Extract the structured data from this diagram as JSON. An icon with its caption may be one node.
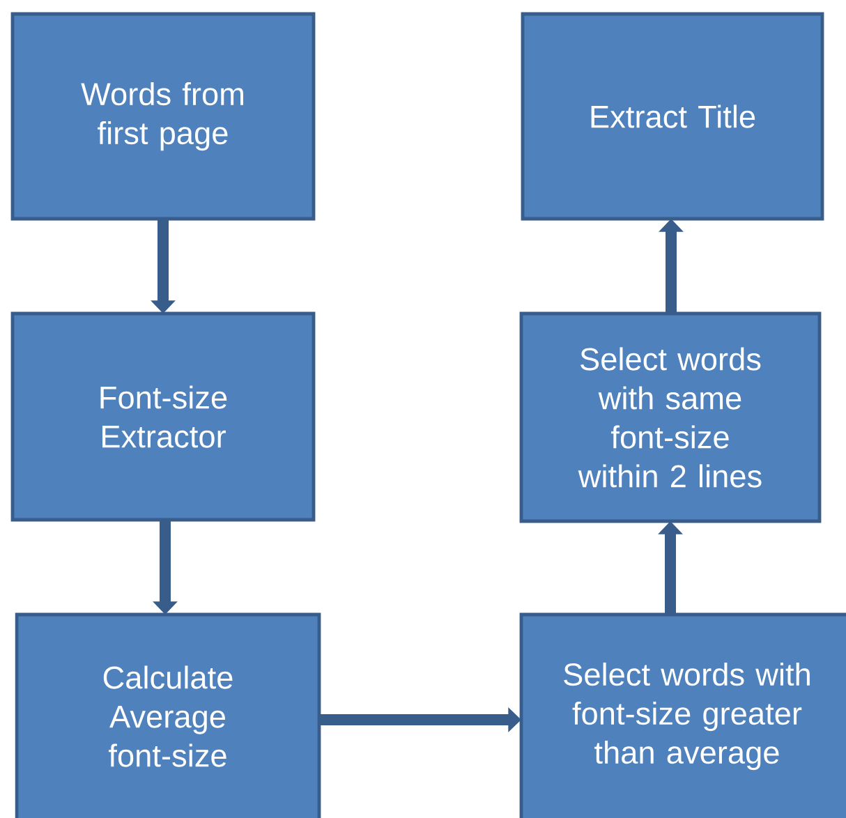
{
  "diagram": {
    "nodes": [
      {
        "text": [
          "Words from first page"
        ]
      },
      {
        "text": [
          "Extract Title"
        ]
      },
      {
        "text": [
          "Font-size Extractor"
        ]
      },
      {
        "text": [
          "Select words with same font-size within 2 lines"
        ]
      },
      {
        "text": [
          "Calculate Average font-size"
        ]
      },
      {
        "text": [
          "Select words with font-size greater than average"
        ]
      }
    ],
    "edges": [
      {
        "from": 0,
        "to": 2,
        "arrow": "to"
      },
      {
        "from": 2,
        "to": 4,
        "arrow": "to"
      },
      {
        "from": 4,
        "to": 5,
        "arrow": "to"
      },
      {
        "from": 5,
        "to": 3,
        "arrow": "to"
      },
      {
        "from": 3,
        "to": 1,
        "arrow": "to"
      }
    ]
  }
}
